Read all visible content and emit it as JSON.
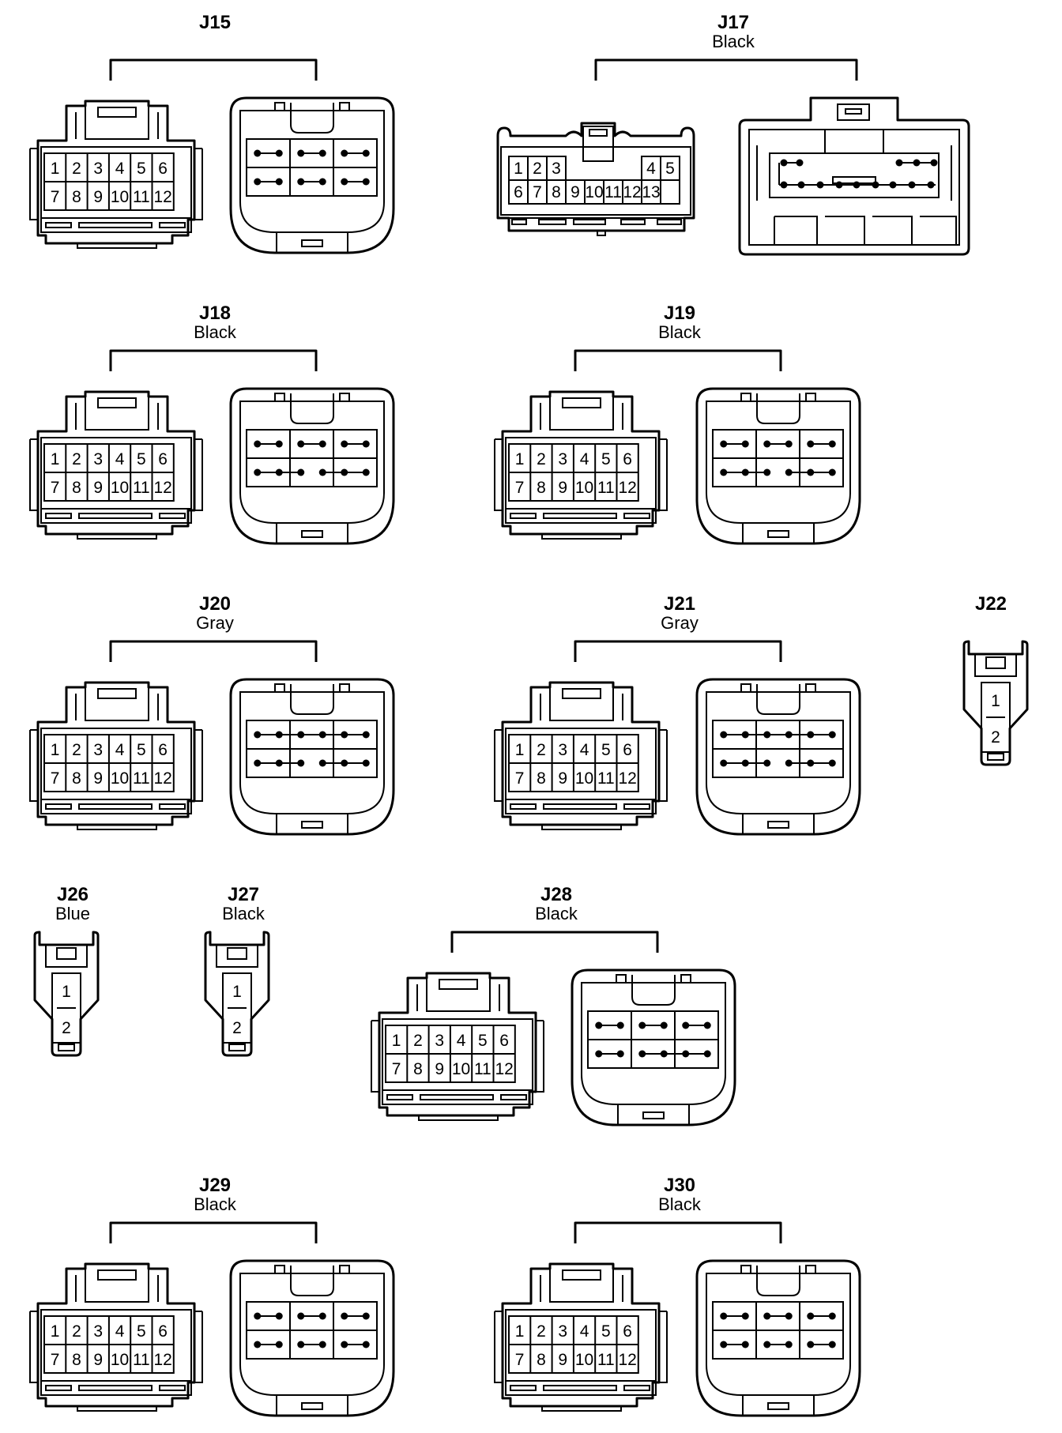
{
  "connectors": [
    {
      "id": "J15",
      "name": "J15",
      "color": "",
      "type": "12-pin",
      "female_pins": [
        "1",
        "2",
        "3",
        "4",
        "5",
        "6",
        "7",
        "8",
        "9",
        "10",
        "11",
        "12"
      ],
      "male_top_pairs": [
        [
          0,
          1
        ],
        [
          2,
          3
        ],
        [
          4,
          5
        ]
      ],
      "male_bottom_pairs": [
        [
          0,
          1
        ],
        [
          2,
          3
        ],
        [
          4,
          5
        ]
      ]
    },
    {
      "id": "J17",
      "name": "J17",
      "color": "Black",
      "type": "13-pin",
      "female_pins": [
        "1",
        "2",
        "3",
        "4",
        "5",
        "6",
        "7",
        "8",
        "9",
        "10",
        "11",
        "12",
        "13"
      ]
    },
    {
      "id": "J18",
      "name": "J18",
      "color": "Black",
      "type": "12-pin",
      "female_pins": [
        "1",
        "2",
        "3",
        "4",
        "5",
        "6",
        "7",
        "8",
        "9",
        "10",
        "11",
        "12"
      ],
      "male_top_pairs": [
        [
          0,
          1
        ],
        [
          2,
          3
        ],
        [
          4,
          5
        ]
      ],
      "male_bottom_pairs": [
        [
          0,
          1,
          2
        ],
        [
          3,
          4,
          5
        ]
      ]
    },
    {
      "id": "J19",
      "name": "J19",
      "color": "Black",
      "type": "12-pin",
      "female_pins": [
        "1",
        "2",
        "3",
        "4",
        "5",
        "6",
        "7",
        "8",
        "9",
        "10",
        "11",
        "12"
      ],
      "male_top_pairs": [
        [
          0,
          1
        ],
        [
          2,
          3
        ],
        [
          4,
          5
        ]
      ],
      "male_bottom_pairs": [
        [
          0,
          1,
          2
        ],
        [
          3,
          4,
          5
        ]
      ]
    },
    {
      "id": "J20",
      "name": "J20",
      "color": "Gray",
      "type": "12-pin",
      "female_pins": [
        "1",
        "2",
        "3",
        "4",
        "5",
        "6",
        "7",
        "8",
        "9",
        "10",
        "11",
        "12"
      ],
      "male_top_pairs": [
        [
          0,
          1,
          2,
          3,
          4,
          5
        ]
      ],
      "male_bottom_pairs": [
        [
          0,
          1,
          2
        ],
        [
          3,
          4,
          5
        ]
      ]
    },
    {
      "id": "J21",
      "name": "J21",
      "color": "Gray",
      "type": "12-pin",
      "female_pins": [
        "1",
        "2",
        "3",
        "4",
        "5",
        "6",
        "7",
        "8",
        "9",
        "10",
        "11",
        "12"
      ],
      "male_top_pairs": [
        [
          0,
          1,
          2,
          3,
          4,
          5
        ]
      ],
      "male_bottom_pairs": [
        [
          0,
          1,
          2
        ],
        [
          3,
          4,
          5
        ]
      ]
    },
    {
      "id": "J22",
      "name": "J22",
      "color": "",
      "type": "2-pin",
      "female_pins": [
        "1",
        "2"
      ]
    },
    {
      "id": "J26",
      "name": "J26",
      "color": "Blue",
      "type": "2-pin",
      "female_pins": [
        "1",
        "2"
      ]
    },
    {
      "id": "J27",
      "name": "J27",
      "color": "Black",
      "type": "2-pin",
      "female_pins": [
        "1",
        "2"
      ]
    },
    {
      "id": "J28",
      "name": "J28",
      "color": "Black",
      "type": "12-pin",
      "female_pins": [
        "1",
        "2",
        "3",
        "4",
        "5",
        "6",
        "7",
        "8",
        "9",
        "10",
        "11",
        "12"
      ],
      "male_top_pairs": [
        [
          0,
          1
        ],
        [
          2,
          3
        ],
        [
          4,
          5
        ]
      ],
      "male_bottom_pairs": [
        [
          0,
          1
        ],
        [
          2,
          3,
          4,
          5
        ]
      ]
    },
    {
      "id": "J29",
      "name": "J29",
      "color": "Black",
      "type": "12-pin",
      "female_pins": [
        "1",
        "2",
        "3",
        "4",
        "5",
        "6",
        "7",
        "8",
        "9",
        "10",
        "11",
        "12"
      ],
      "male_top_pairs": [
        [
          0,
          1
        ],
        [
          2,
          3
        ],
        [
          4,
          5
        ]
      ],
      "male_bottom_pairs": [
        [
          0,
          1
        ],
        [
          2,
          3
        ],
        [
          4,
          5
        ]
      ]
    },
    {
      "id": "J30",
      "name": "J30",
      "color": "Black",
      "type": "12-pin",
      "female_pins": [
        "1",
        "2",
        "3",
        "4",
        "5",
        "6",
        "7",
        "8",
        "9",
        "10",
        "11",
        "12"
      ],
      "male_top_pairs": [
        [
          0,
          1
        ],
        [
          2,
          3
        ],
        [
          4,
          5
        ]
      ],
      "male_bottom_pairs": [
        [
          0,
          1
        ],
        [
          2,
          3
        ],
        [
          4,
          5
        ]
      ]
    }
  ]
}
